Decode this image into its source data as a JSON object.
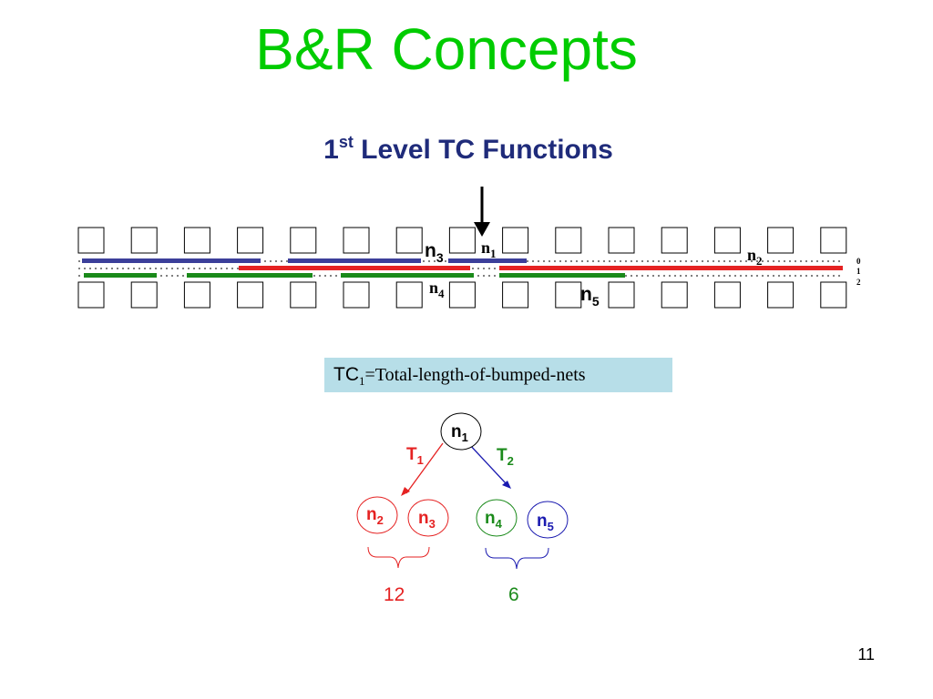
{
  "slide": {
    "title": "B&R Concepts",
    "subtitle": {
      "main": "1",
      "sup": "st",
      "rest": " Level TC Functions"
    },
    "page_number": "11"
  },
  "layout_labels": {
    "n3": {
      "base": "n",
      "sub": "3"
    },
    "n1": {
      "base": "n",
      "sub": "1"
    },
    "n2": {
      "base": "n",
      "sub": "2"
    },
    "n4": {
      "base": "n",
      "sub": "4"
    },
    "n5": {
      "base": "n",
      "sub": "5"
    },
    "track_numbers": [
      "0",
      "1",
      "2"
    ]
  },
  "tc_formula": {
    "prefix": "TC",
    "sub": "1",
    "text": "=Total-length-of-bumped-nets"
  },
  "tree": {
    "root": {
      "base": "n",
      "sub": "1"
    },
    "t1": {
      "base": "T",
      "sub": "1"
    },
    "t2": {
      "base": "T",
      "sub": "2"
    },
    "leaves": [
      {
        "base": "n",
        "sub": "2"
      },
      {
        "base": "n",
        "sub": "3"
      },
      {
        "base": "n",
        "sub": "4"
      },
      {
        "base": "n",
        "sub": "5"
      }
    ],
    "sum_left": "12",
    "sum_right": "6"
  },
  "colors": {
    "title": "#00cc00",
    "subtitle": "#1f2b7a",
    "net_blue": "#3c3f9a",
    "net_red": "#e52222",
    "net_green": "#1a8a1a",
    "tc_box": "#b7dee8",
    "tree_red": "#e52222",
    "tree_green": "#1a8a1a",
    "tree_blue": "#1a1ab0"
  }
}
